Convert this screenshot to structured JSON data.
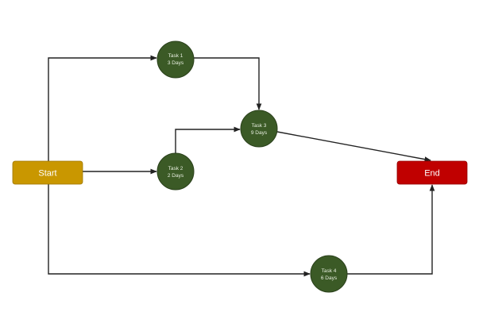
{
  "diagram": {
    "start": {
      "label": "Start",
      "color": "#c99700"
    },
    "end": {
      "label": "End",
      "color": "#c00000"
    },
    "task_color": "#3b5a26",
    "tasks": [
      {
        "name": "Task 1",
        "duration": "3 Days"
      },
      {
        "name": "Task 2",
        "duration": "2 Days"
      },
      {
        "name": "Task 3",
        "duration": "9 Days"
      },
      {
        "name": "Task 4",
        "duration": "6 Days"
      }
    ],
    "edges": [
      [
        "Start",
        "Task 1"
      ],
      [
        "Start",
        "Task 2"
      ],
      [
        "Start",
        "Task 4"
      ],
      [
        "Task 1",
        "Task 3"
      ],
      [
        "Task 2",
        "Task 3"
      ],
      [
        "Task 3",
        "End"
      ],
      [
        "Task 4",
        "End"
      ]
    ]
  }
}
